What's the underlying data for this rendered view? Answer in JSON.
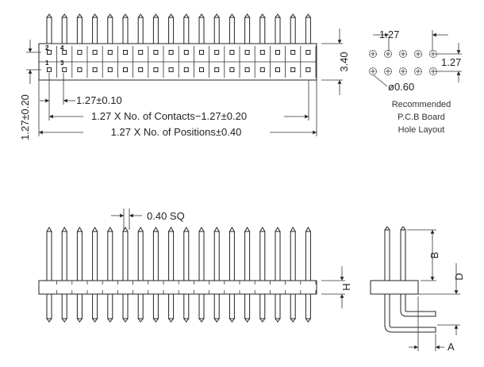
{
  "top_view": {
    "pin_labels": [
      "2",
      "4",
      "1",
      "3"
    ],
    "dim_height": "3.40",
    "dim_pitch_vertical": "1.27±0.20",
    "dim_pitch": "1.27±0.10",
    "dim_contacts": "1.27 X No. of Contacts−1.27±0.20",
    "dim_positions": "1.27 X No. of Positions±0.40"
  },
  "pcb_layout": {
    "dim_pitch_x": "1.27",
    "dim_pitch_y": "1.27",
    "hole_diameter": "ø0.60",
    "caption": [
      "Recommended",
      "P.C.B Board",
      "Hole Layout"
    ]
  },
  "front_view": {
    "pin_size": "0.40 SQ",
    "dim_h": "H"
  },
  "side_view": {
    "dim_b": "B",
    "dim_d": "D",
    "dim_a": "A"
  }
}
